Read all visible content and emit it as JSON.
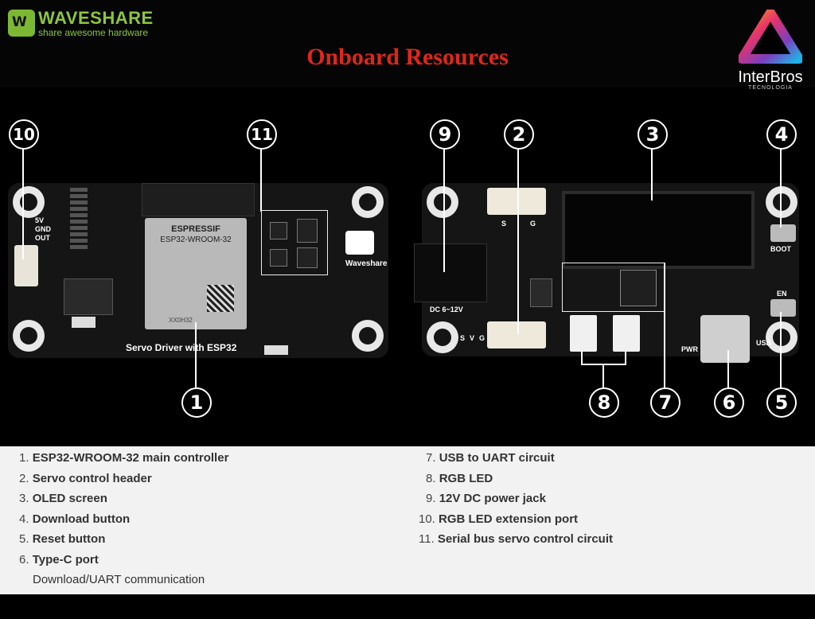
{
  "header": {
    "brand_left": "WAVESHARE",
    "brand_left_tagline": "share awesome hardware",
    "title": "Onboard Resources",
    "brand_right": "InterBros",
    "brand_right_sub": "TECNOLOGIA",
    "title_color": "#e0261b",
    "brand_left_color": "#8cc63f"
  },
  "board_front": {
    "module_brand": "ESPRESSIF",
    "module_name": "ESP32-WROOM-32",
    "module_code": "XX0H32",
    "board_label": "Servo Driver with ESP32",
    "pin_labels": [
      "5V",
      "GND",
      "OUT"
    ],
    "logo_text": "Waveshare"
  },
  "board_back": {
    "dc_label": "DC 6~12V",
    "servo_top_labels": [
      "S",
      "G"
    ],
    "servo_bottom_labels": [
      "S",
      "V",
      "G"
    ],
    "boot_label": "BOOT",
    "en_label": "EN",
    "pwr_label": "PWR",
    "usb_label": "USB"
  },
  "callouts": [
    "10",
    "11",
    "1",
    "9",
    "2",
    "3",
    "4",
    "8",
    "7",
    "6",
    "5"
  ],
  "legend_left": [
    {
      "num": "1.",
      "text": "ESP32-WROOM-32 main controller"
    },
    {
      "num": "2.",
      "text": "Servo control header"
    },
    {
      "num": "3.",
      "text": "OLED screen"
    },
    {
      "num": "4.",
      "text": "Download button"
    },
    {
      "num": "5.",
      "text": "Reset button"
    },
    {
      "num": "6.",
      "text": "Type-C port"
    }
  ],
  "legend_left_note": "Download/UART communication",
  "legend_right": [
    {
      "num": "7.",
      "text": "USB to UART circuit"
    },
    {
      "num": "8.",
      "text": "RGB LED"
    },
    {
      "num": "9.",
      "text": "12V DC power jack"
    },
    {
      "num": "10.",
      "text": "RGB LED extension port"
    },
    {
      "num": "11.",
      "text": "Serial bus servo control circuit"
    }
  ]
}
